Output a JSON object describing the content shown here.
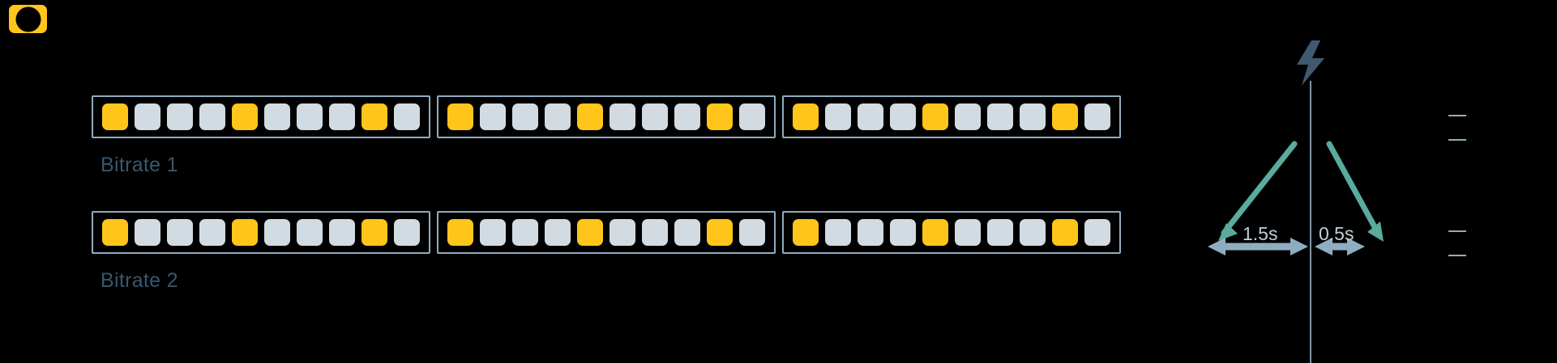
{
  "app": {
    "background_color": "#000000",
    "logo": {
      "icon": "aperture-logo-icon",
      "color": "#FFC51B",
      "alt": ""
    }
  },
  "colors": {
    "keyframe": "#FFC51B",
    "frame": "#d2dbe1",
    "segment_border": "#8fadc0",
    "playhead": "#7d99ad",
    "bolt": "#3f5970",
    "teal_arrow": "#5aab9e",
    "measure_arrow": "#8fadc0",
    "label_text": "#3a566c",
    "gap_text": "#c3ced6"
  },
  "timeline": {
    "rows": [
      {
        "label": "Bitrate 1",
        "label_name": "bitrate-1-label",
        "segments": [
          {
            "name": "segment-1",
            "cells": [
              "key",
              "frame",
              "frame",
              "frame",
              "key",
              "frame",
              "frame",
              "frame",
              "key",
              "frame"
            ]
          },
          {
            "name": "segment-2",
            "cells": [
              "key",
              "frame",
              "frame",
              "frame",
              "key",
              "frame",
              "frame",
              "frame",
              "key",
              "frame"
            ]
          },
          {
            "name": "segment-3",
            "cells": [
              "key",
              "frame",
              "frame",
              "frame",
              "key",
              "frame",
              "frame",
              "frame",
              "key",
              "frame"
            ]
          }
        ],
        "continues": true
      },
      {
        "label": "Bitrate 2",
        "label_name": "bitrate-2-label",
        "segments": [
          {
            "name": "segment-1",
            "cells": [
              "key",
              "frame",
              "frame",
              "frame",
              "key",
              "frame",
              "frame",
              "frame",
              "key",
              "frame"
            ]
          },
          {
            "name": "segment-2",
            "cells": [
              "key",
              "frame",
              "frame",
              "frame",
              "key",
              "frame",
              "frame",
              "frame",
              "key",
              "frame"
            ]
          },
          {
            "name": "segment-3",
            "cells": [
              "key",
              "frame",
              "frame",
              "frame",
              "key",
              "frame",
              "frame",
              "frame",
              "key",
              "frame"
            ]
          }
        ],
        "continues": true
      }
    ]
  },
  "playhead": {
    "name": "playhead-line",
    "icon": "lightning-bolt-icon"
  },
  "annotations": {
    "gaps": [
      {
        "name": "gap-measure-left",
        "label": "1.5s"
      },
      {
        "name": "gap-measure-right",
        "label": "0.5s"
      }
    ]
  }
}
